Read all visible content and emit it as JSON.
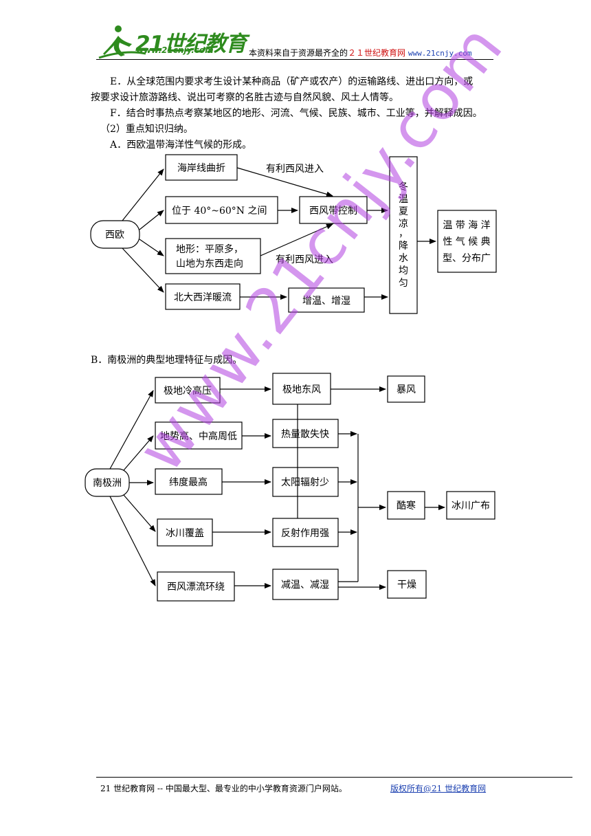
{
  "header": {
    "logo_text": "21世纪教育",
    "logo_url": "www.21cnjy.com",
    "source_prefix": "本资料来自于资源最齐全的",
    "source_site": "２１世纪教育网",
    "source_url": "www.21cnjy.com"
  },
  "body": {
    "para_e1": "E．从全球范围内要求考生设计某种商品（矿产或农产）的运输路线、进出口方向，或",
    "para_e2": "按要求设计旅游路线、说出可考察的名胜古迹与自然风貌、风土人情等。",
    "para_f": "F．结合时事热点考察某地区的地形、河流、气候、民族、城市、工业等，并解释成因。",
    "section_2": "（2）重点知识归纳。",
    "section_a": "A．西欧温带海洋性气候的形成。",
    "section_b": "B．南极洲的典型地理特征与成因。"
  },
  "diagram_a": {
    "root": "西欧",
    "coast": "海岸线曲折",
    "latitude": "位于 40°~60°N 之间",
    "terrain_line1": "地形：平原多，",
    "terrain_line2": "山地为东西走向",
    "current": "北大西洋暖流",
    "westerlies": "西风带控制",
    "warm_humid": "增温、增湿",
    "label_top": "有利西风进入",
    "label_bottom": "有利西风进入",
    "climate_chars": [
      "冬",
      "温",
      "夏",
      "凉",
      "，",
      "降",
      "水",
      "均",
      "匀"
    ],
    "result_line1": "温 带 海 洋",
    "result_line2": "性 气 候 典",
    "result_line3": "型、分布广"
  },
  "diagram_b": {
    "root": "南极洲",
    "high_pressure": "极地冷高压",
    "terrain": "地势高、中高周低",
    "latitude": "纬度最高",
    "ice": "冰川覆盖",
    "drift": "西风漂流环绕",
    "easterlies": "极地东风",
    "heat_loss": "热量散失快",
    "radiation": "太阳辐射少",
    "reflection": "反射作用强",
    "cool_dry": "减温、减湿",
    "storm": "暴风",
    "cold": "酷寒",
    "glacier": "冰川广布",
    "dry": "干燥"
  },
  "watermark": "www.21cnjy.com",
  "footer": {
    "left": "21 世纪教育网 -- 中国最大型、最专业的中小学教育资源门户网站。",
    "right": "版权所有@21 世纪教育网"
  }
}
